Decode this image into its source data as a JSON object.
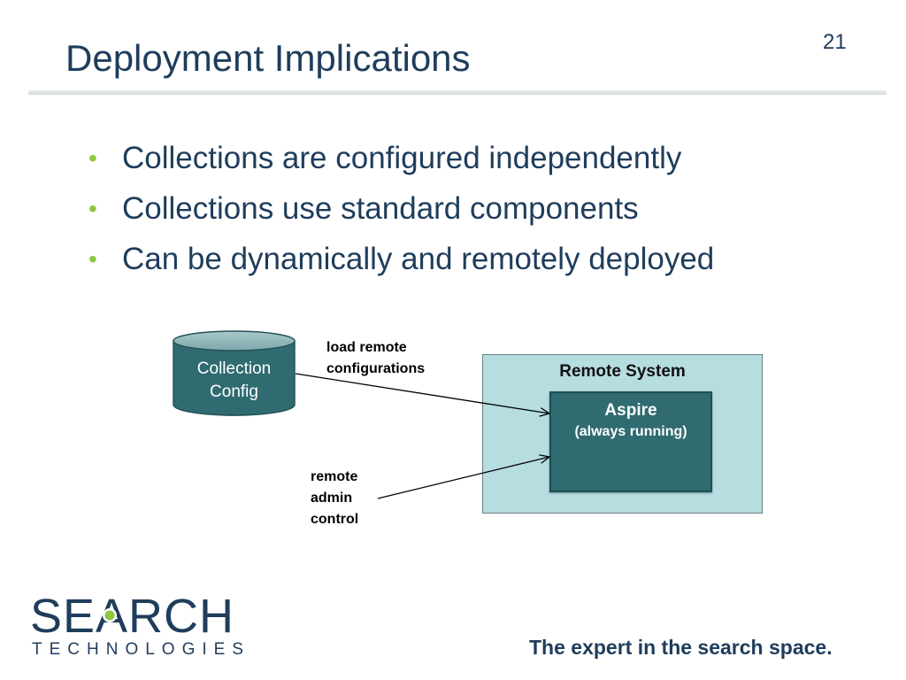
{
  "slide": {
    "title": "Deployment Implications",
    "page_number": "21",
    "bullets": [
      "Collections are configured independently",
      "Collections use standard components",
      "Can be dynamically and remotely deployed"
    ]
  },
  "diagram": {
    "database": {
      "lines": [
        "Collection",
        "Config"
      ]
    },
    "annotations": {
      "load": [
        "load remote",
        "configurations"
      ],
      "admin": [
        "remote",
        "admin",
        "control"
      ]
    },
    "remote_system": {
      "label": "Remote System",
      "aspire_name": "Aspire",
      "aspire_sub": "(always running)"
    }
  },
  "footer": {
    "logo_word": "SEARCH",
    "logo_sub": "TECHNOLOGIES",
    "tagline": "The expert in the search space."
  },
  "colors": {
    "title": "#1f3d5c",
    "bullet_accent": "#8dc63f",
    "db_fill": "#2f6b70",
    "remote_fill": "#b6dde0",
    "aspire_fill": "#2f6b70"
  }
}
